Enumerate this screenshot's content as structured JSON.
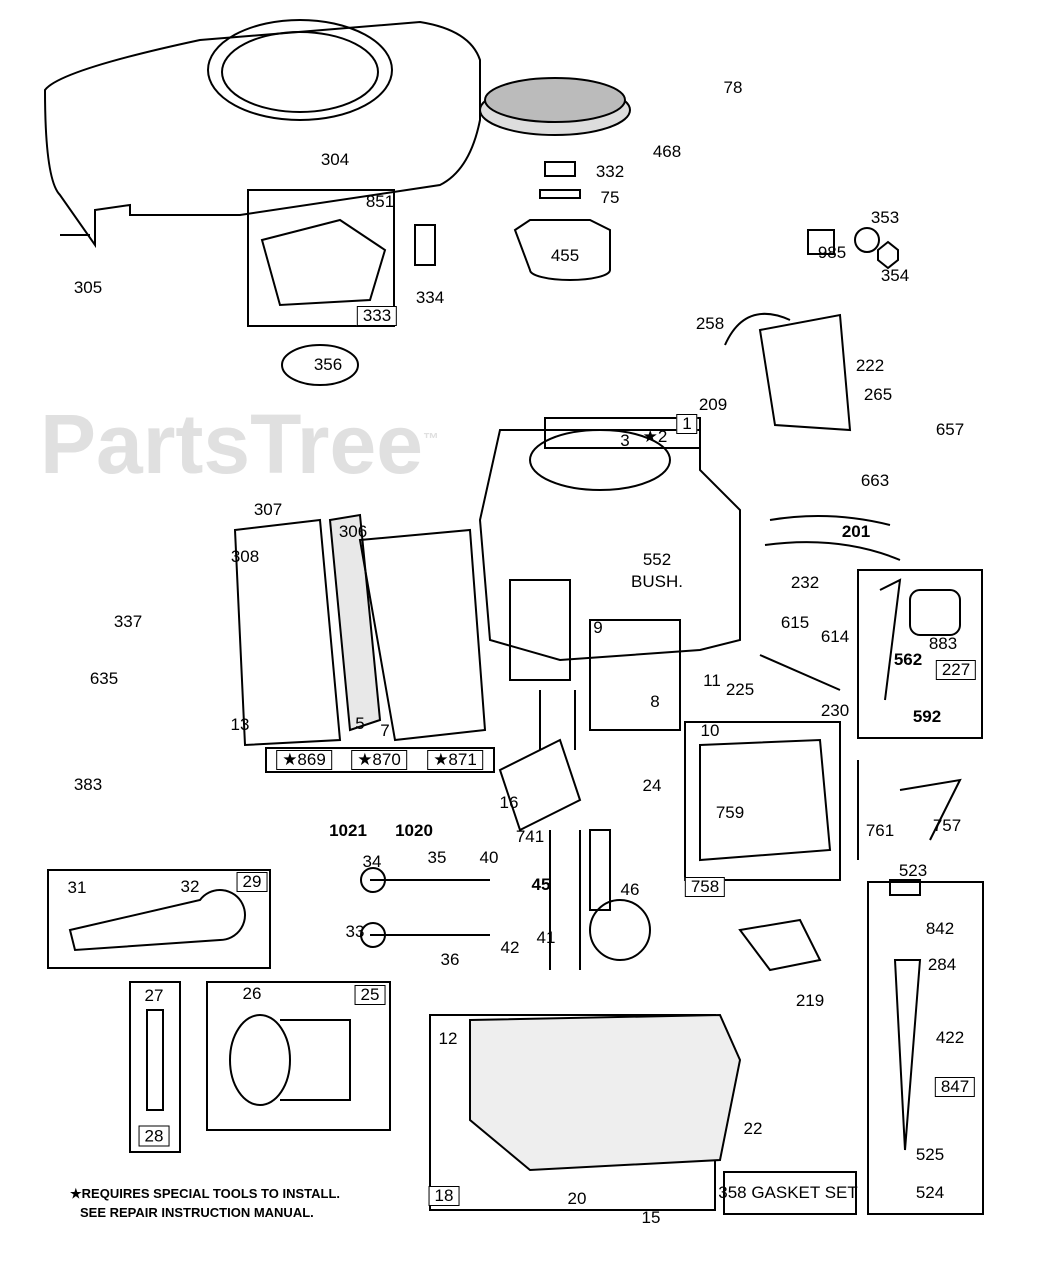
{
  "watermark": "PartsTree",
  "trademark": "™",
  "labels": [
    "304",
    "305",
    "851",
    "334",
    "333",
    "356",
    "332",
    "75",
    "455",
    "468",
    "78",
    "985",
    "353",
    "354",
    "258",
    "222",
    "209",
    "265",
    "657",
    "663",
    "1",
    "3",
    "★2",
    "307",
    "306",
    "308",
    "552",
    "BUSH.",
    "201",
    "232",
    "337",
    "635",
    "9",
    "615",
    "614",
    "883",
    "562",
    "227",
    "225",
    "230",
    "592",
    "13",
    "5",
    "7",
    "8",
    "11",
    "10",
    "★869",
    "★870",
    "★871",
    "383",
    "24",
    "16",
    "1021",
    "1020",
    "759",
    "761",
    "757",
    "741",
    "34",
    "35",
    "40",
    "31",
    "32",
    "29",
    "45",
    "46",
    "758",
    "523",
    "842",
    "33",
    "36",
    "42",
    "41",
    "219",
    "284",
    "27",
    "26",
    "25",
    "12",
    "422",
    "847",
    "22",
    "525",
    "28",
    "358 GASKET\nSET",
    "524",
    "18",
    "20",
    "15"
  ],
  "footnote": [
    "★REQUIRES SPECIAL TOOLS TO INSTALL.",
    "SEE REPAIR INSTRUCTION MANUAL."
  ]
}
